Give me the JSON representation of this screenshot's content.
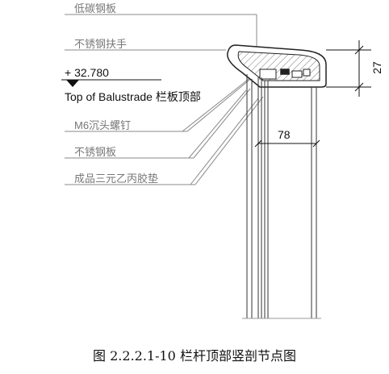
{
  "labels": {
    "low_carbon_steel": "低碳钢板",
    "stainless_handrail": "不锈钢扶手",
    "elevation_value": "+ 32.780",
    "top_of_balustrade": "Top of Balustrade 栏板顶部",
    "m6_screw": "M6沉头螺钉",
    "stainless_plate": "不锈钢板",
    "epdm_pad": "成品三元乙丙胶垫"
  },
  "dimensions": {
    "handrail_height": "27",
    "post_spacing": "78"
  },
  "caption": "图 2.2.2.1-10 栏杆顶部竖剖节点图"
}
